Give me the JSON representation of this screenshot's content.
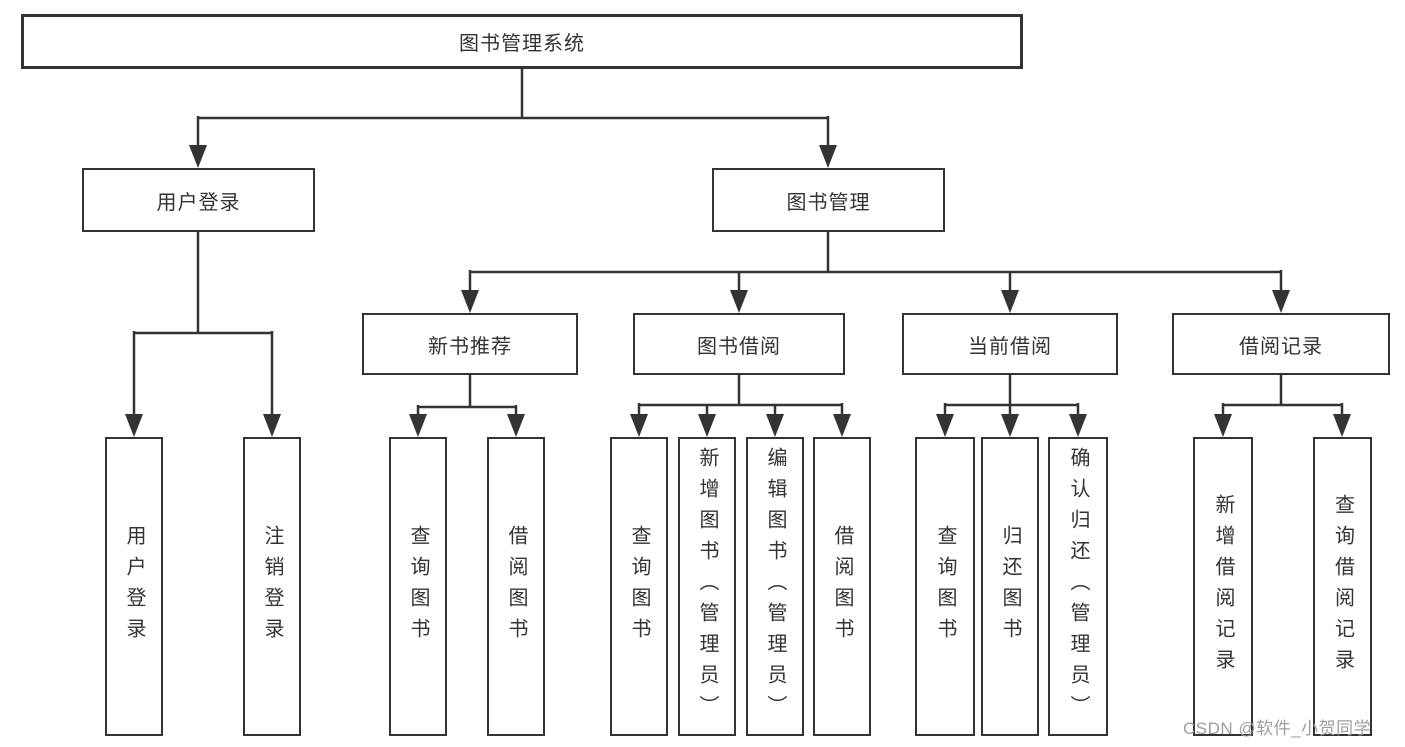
{
  "colors": {
    "line": "#333333",
    "text": "#333333",
    "watermark": "#9e9e9e",
    "background": "#ffffff"
  },
  "watermark": "CSDN @软件_小贺同学",
  "tree": {
    "root": {
      "label": "图书管理系统"
    },
    "branches": [
      {
        "label": "用户登录",
        "children": [
          {
            "label": "用户登录"
          },
          {
            "label": "注销登录"
          }
        ]
      },
      {
        "label": "图书管理",
        "children": [
          {
            "label": "新书推荐",
            "children": [
              {
                "label": "查询图书"
              },
              {
                "label": "借阅图书"
              }
            ]
          },
          {
            "label": "图书借阅",
            "children": [
              {
                "label": "查询图书"
              },
              {
                "label": "新增图书（管理员）"
              },
              {
                "label": "编辑图书（管理员）"
              },
              {
                "label": "借阅图书"
              }
            ]
          },
          {
            "label": "当前借阅",
            "children": [
              {
                "label": "查询图书"
              },
              {
                "label": "归还图书"
              },
              {
                "label": "确认归还（管理员）"
              }
            ]
          },
          {
            "label": "借阅记录",
            "children": [
              {
                "label": "新增借阅记录"
              },
              {
                "label": "查询借阅记录"
              }
            ]
          }
        ]
      }
    ]
  }
}
